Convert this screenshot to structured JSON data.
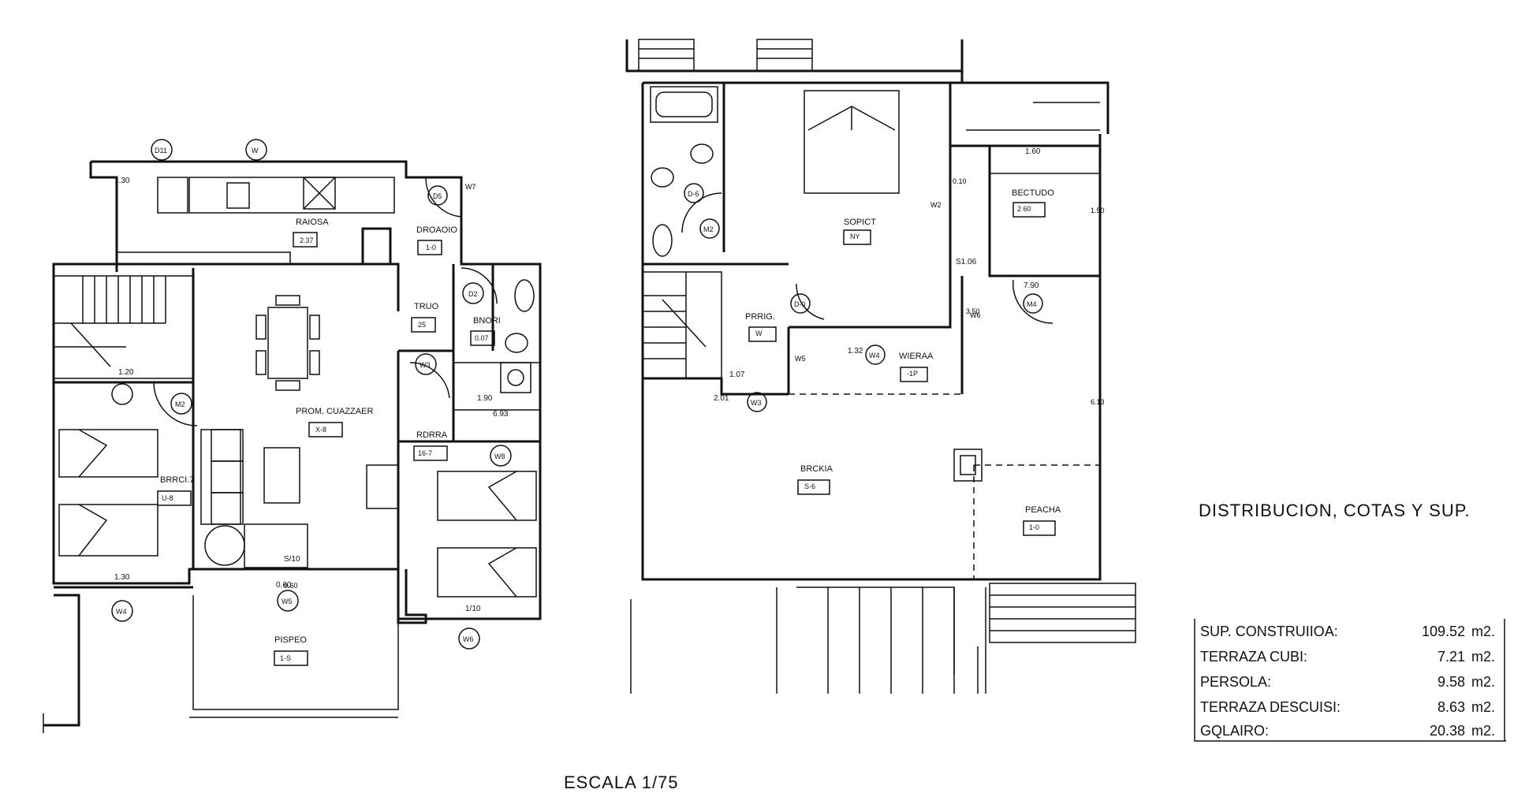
{
  "drawing": {
    "title": "DISTRIBUCION, COTAS Y SUP.",
    "scale": "ESCALA 1/75"
  },
  "surfaces": [
    {
      "label": "SUP. CONSTRUIIOA:",
      "value": "109.52",
      "unit": "m2."
    },
    {
      "label": "TERRAZA CUBI:",
      "value": "7.21",
      "unit": "m2."
    },
    {
      "label": "PERSOLA:",
      "value": "9.58",
      "unit": "m2."
    },
    {
      "label": "TERRAZA DESCUISI:",
      "value": "8.63",
      "unit": "m2."
    },
    {
      "label": "GQLAIRO:",
      "value": "20.38",
      "unit": "m2."
    }
  ],
  "ground_floor": {
    "rooms": [
      {
        "name": "RAIOSA",
        "area": "2.37"
      },
      {
        "name": "DROAOIO",
        "area": "1-0"
      },
      {
        "name": "TRUO",
        "area": "25"
      },
      {
        "name": "BNORI",
        "area": "0.07"
      },
      {
        "name": "PROM. CUAZZAER",
        "area": "X-8"
      },
      {
        "name": "RDRRA",
        "area": "16-7"
      },
      {
        "name": "BRRCI.7",
        "area": "U-8"
      },
      {
        "name": "PISPEO",
        "area": "1-S"
      }
    ],
    "dims": [
      "1.30",
      "1.20",
      "1.30",
      "0.60",
      "1.90",
      "6.93",
      "1/10",
      "S/10",
      "0.60"
    ],
    "tags": [
      "D11",
      "W",
      "D5",
      "D2",
      "W3",
      "M2",
      "W8",
      "W4",
      "W5",
      "W6",
      "W7"
    ]
  },
  "upper_floor": {
    "rooms": [
      {
        "name": "SOPICT",
        "area": "NY"
      },
      {
        "name": "BECTUDO",
        "area": "2 60"
      },
      {
        "name": "PRRIG.",
        "area": "W"
      },
      {
        "name": "WIERAA",
        "area": "-1P"
      },
      {
        "name": "BRCKIA",
        "area": "S-6"
      },
      {
        "name": "PEACHA",
        "area": "1-0"
      }
    ],
    "dims": [
      "1.60",
      "1.50",
      "S1.06",
      "7.90",
      "1.32",
      "1.07",
      "2.01",
      "0.10",
      "3.50",
      "6.13"
    ],
    "tags": [
      "D-6",
      "M2",
      "W2",
      "D-0",
      "W4",
      "M4",
      "W3",
      "W5",
      "W6"
    ]
  }
}
